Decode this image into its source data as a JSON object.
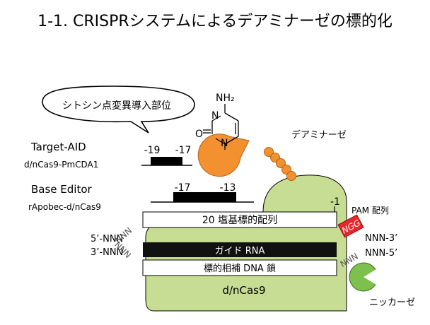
{
  "slide": {
    "title": "1-1. CRISPRシステムによるデアミナーゼの標的化"
  },
  "callout": {
    "text": "シトシン点変異導入部位"
  },
  "cytosine": {
    "nh2": "NH₂",
    "n_label": "N",
    "o_label": "O",
    "methyl": "\\"
  },
  "labels": {
    "deaminase": "デアミナーゼ",
    "nickase": "ニッカーゼ",
    "pam": "PAM 配列",
    "ngg": "NGG",
    "minus1": "-1",
    "protein": "d/nCas9"
  },
  "systems": {
    "target_aid": {
      "name": "Target-AID",
      "construct": "d/nCas9-PmCDA1",
      "window_start": "-19",
      "window_end": "-17"
    },
    "base_editor": {
      "name": "Base Editor",
      "construct": "rApobec-d/nCas9",
      "window_start": "-17",
      "window_end": "-13"
    }
  },
  "dna": {
    "target_seq": "20 塩基標的配列",
    "guide_rna": "ガイド RNA",
    "complement": "標的相補 DNA 鎖",
    "nnn_left_top": "5’-NNN",
    "nnn_left_bottom": "3’-NNN",
    "nnn_right_top": "NNN-3’",
    "nnn_right_bottom": "NNN-5’"
  },
  "colors": {
    "protein_fill": "#c6dd93",
    "deaminase": "#f39131",
    "ngg_box": "#e8262b",
    "nickase": "#7dc04d",
    "guide_rna_bar": "#111111"
  }
}
